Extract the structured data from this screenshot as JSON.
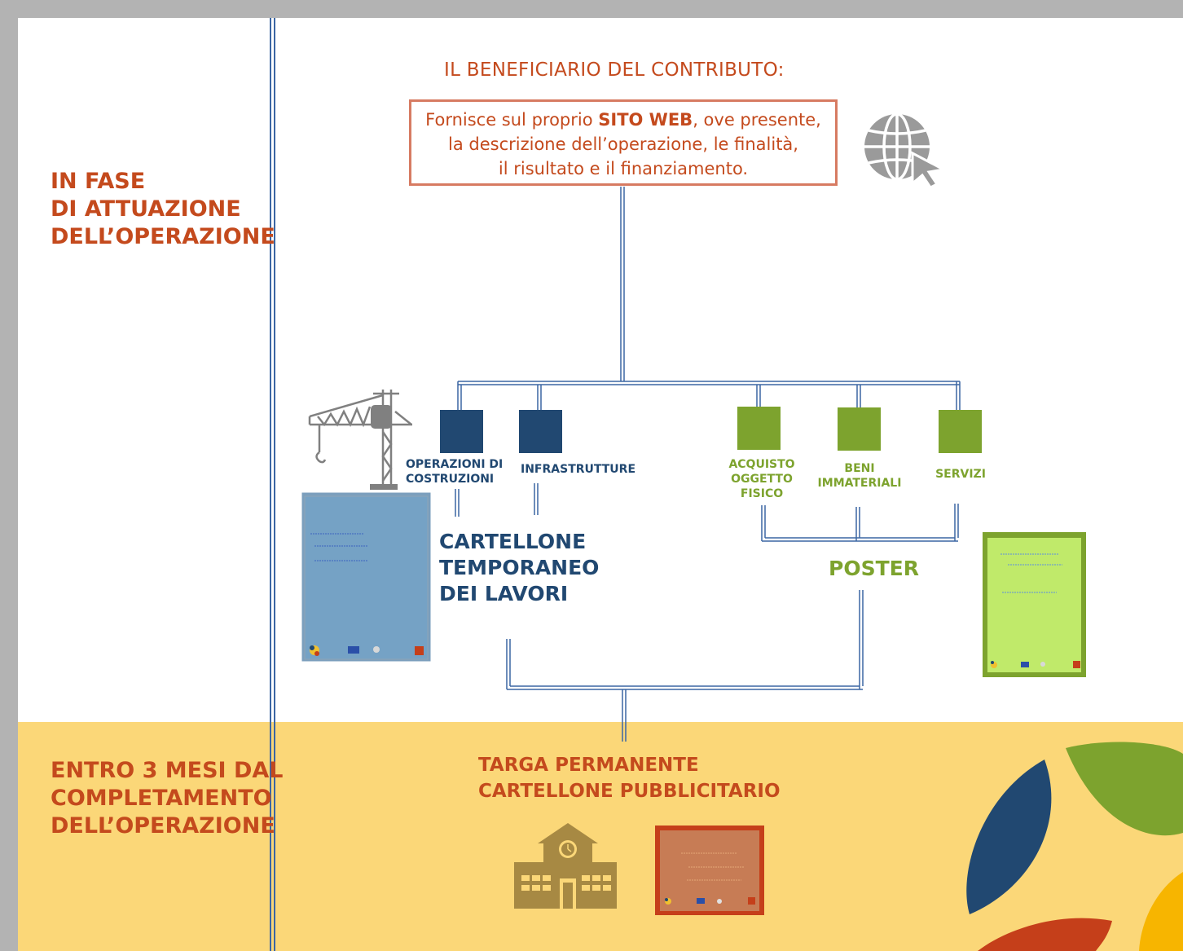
{
  "phases": {
    "implementation_label": [
      "IN FASE",
      "DI ATTUAZIONE",
      "DELL’OPERAZIONE"
    ],
    "completion_label": [
      "ENTRO 3 MESI DAL",
      "COMPLETAMENTO",
      "DELL’OPERAZIONE"
    ]
  },
  "beneficiary": {
    "title": "IL BENEFICIARIO DEL CONTRIBUTO:",
    "website_text": {
      "line1_pre": "Fornisce sul proprio ",
      "line1_bold": "SITO WEB",
      "line1_post": ", ove presente,",
      "line2": "la descrizione dell’operazione, le finalità,",
      "line3": "il risultato e il finanziamento."
    },
    "website_icon": "globe-cursor-icon"
  },
  "categories": {
    "blue": [
      {
        "label": [
          "OPERAZIONI DI",
          "COSTRUZIONI"
        ]
      },
      {
        "label": [
          "INFRASTRUTTURE"
        ]
      }
    ],
    "green": [
      {
        "label": [
          "ACQUISTO",
          "OGGETTO",
          "FISICO"
        ]
      },
      {
        "label": [
          "BENI",
          "IMMATERIALI"
        ]
      },
      {
        "label": [
          "SERVIZI"
        ]
      }
    ]
  },
  "outputs": {
    "temporary_sign": [
      "CARTELLONE",
      "TEMPORANEO",
      "DEI LAVORI"
    ],
    "poster": "POSTER",
    "permanent": [
      "TARGA PERMANENTE",
      "CARTELLONE PUBBLICITARIO"
    ]
  },
  "icons": [
    "crane-icon",
    "school-building-icon",
    "globe-cursor-icon"
  ],
  "colors": {
    "accent_red": "#c44a1d",
    "navy": "#214871",
    "green": "#7da32e",
    "band_yellow": "#fbd778",
    "line_blue": "#3b66a3",
    "frame_grey": "#b3b3b3"
  }
}
